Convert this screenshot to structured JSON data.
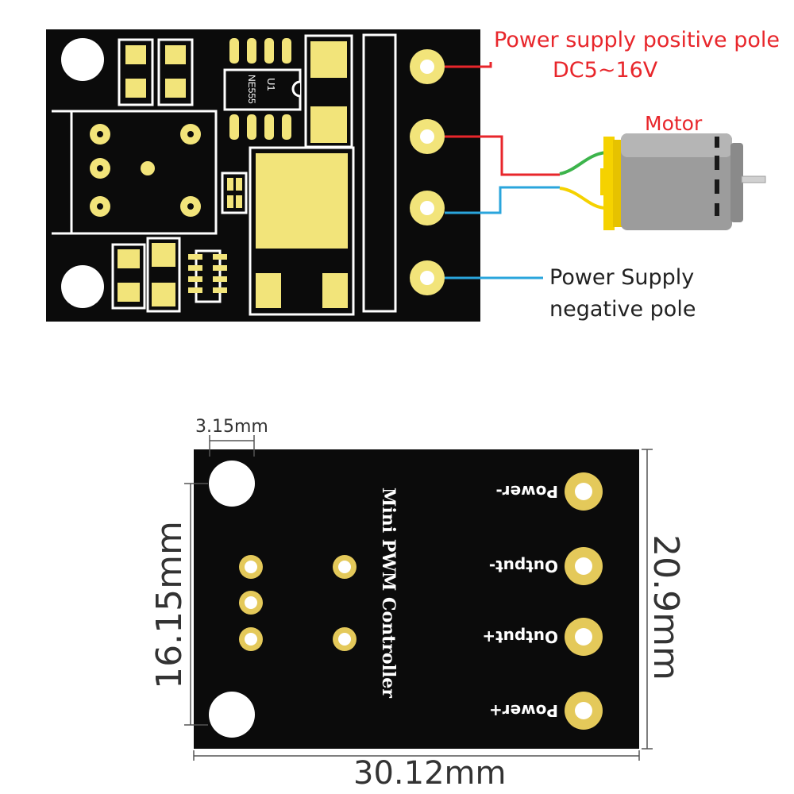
{
  "top_diagram": {
    "pos_label": "Power supply positive pole",
    "voltage_label": "DC5~16V",
    "motor_label": "Motor",
    "neg_label_line1": "Power Supply",
    "neg_label_line2": "negative pole",
    "chip_ref": "U1",
    "chip_part": "NE555"
  },
  "bottom_diagram": {
    "hole_dim": "3.15mm",
    "height_dim": "16.15mm",
    "board_height_dim": "20.9mm",
    "board_width_dim": "30.12mm",
    "board_title": "Mini PWM Controller",
    "pins": [
      "Power-",
      "Output-",
      "Output+",
      "Power+"
    ]
  },
  "colors": {
    "board": "#0b0b0b",
    "pad": "#f2e47a",
    "pad_ring": "#e4c95a",
    "wire_red": "#e8262b",
    "wire_blue": "#2aa5dc",
    "motor_body": "#9c9c9c",
    "motor_cap": "#f5d200"
  }
}
